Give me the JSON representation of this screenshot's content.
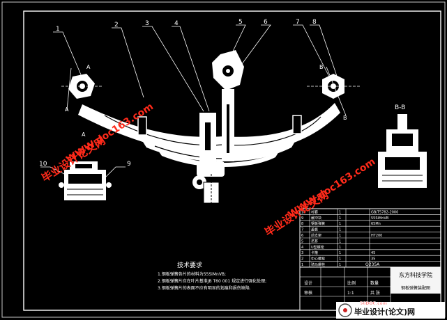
{
  "callouts": [
    "1",
    "2",
    "3",
    "4",
    "5",
    "6",
    "7",
    "8",
    "9",
    "10"
  ],
  "section_marks": {
    "a": "A",
    "b": "B",
    "bb_view": "B-B"
  },
  "tech_notes": {
    "title": "技术要求",
    "items": [
      "1.钢板弹簧各片的材料为55SiMnVB;",
      "2.钢板弹簧片应在叶片基准JB T60 001 规定进行强化处理;",
      "3.钢板弹簧片的表面不应有明显的划痕和损伤缺陷."
    ]
  },
  "bom_rows": [
    [
      "1",
      "骑马螺栓",
      "1",
      "",
      ""
    ],
    [
      "2",
      "中心螺栓",
      "1",
      "",
      "35"
    ],
    [
      "3",
      "卡箍",
      "1",
      "",
      "45"
    ],
    [
      "4",
      "U型螺栓",
      "1",
      "",
      ""
    ],
    [
      "5",
      "吊耳",
      "1",
      "",
      ""
    ],
    [
      "6",
      "前支架",
      "1",
      "",
      "HT200"
    ],
    [
      "7",
      "盖板",
      "1",
      "",
      ""
    ],
    [
      "8",
      "钢板弹簧",
      "1",
      "",
      "65Mn"
    ],
    [
      "9",
      "缓冲块",
      "1",
      "",
      "55SiMnVB"
    ],
    [
      "10",
      "衬套",
      "1",
      "",
      "GB/T5782-2000"
    ]
  ],
  "bom_extra": "Q235A",
  "title_block": {
    "school": "东方科技学院",
    "drawing_name": "钢板弹簧装配图",
    "labels": [
      "设计",
      "审核",
      "比例",
      "数量",
      "1:1",
      "共 张"
    ]
  },
  "watermarks": {
    "site": "WWW.doc163.com",
    "cn": "毕业设计论文网",
    "bottom_logo": "毕业设计(论文)网",
    "bottom_domain": "56DOC.com"
  },
  "colors": {
    "background": "#000000",
    "drawing": "#ffffff",
    "watermark": "#ff2a1a",
    "table_fill": "#ffffff",
    "title_fill": "#f5f5f5"
  }
}
